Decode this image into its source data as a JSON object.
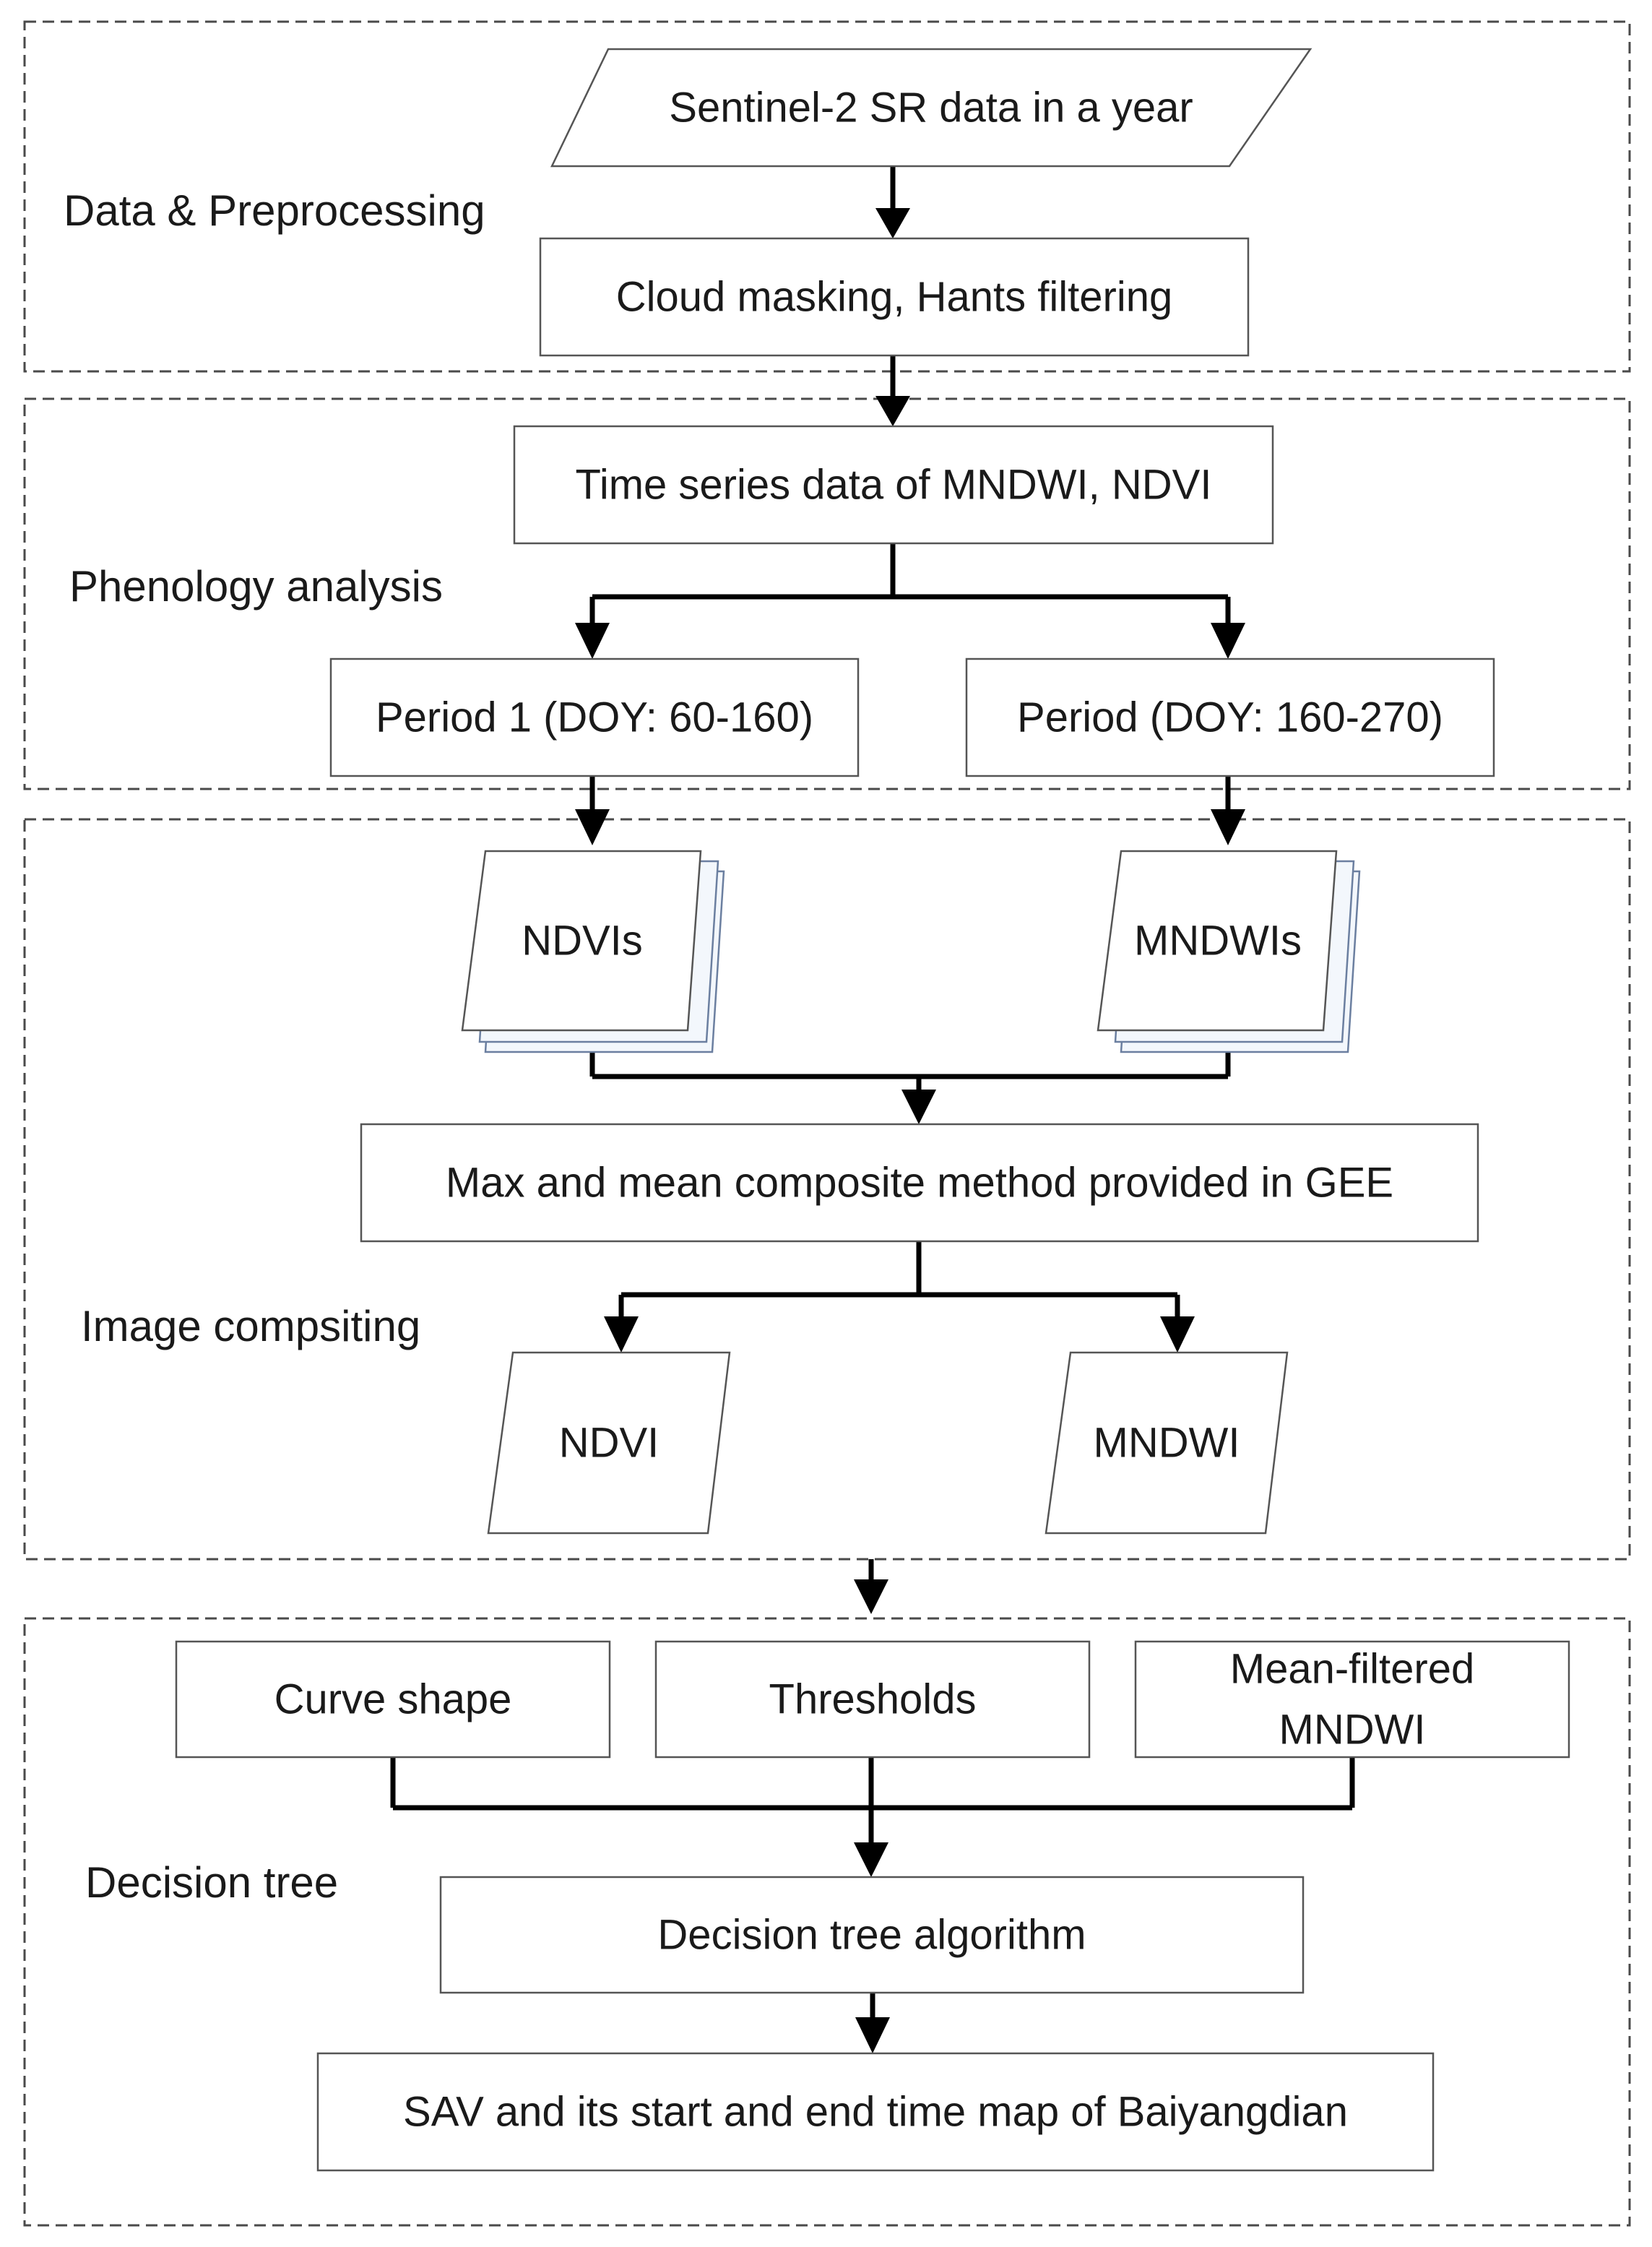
{
  "sections": {
    "preprocessing": {
      "label": "Data & Preprocessing"
    },
    "phenology": {
      "label": "Phenology analysis"
    },
    "compositing": {
      "label": "Image compsiting"
    },
    "decision": {
      "label": "Decision tree"
    }
  },
  "nodes": {
    "input_data": "Sentinel-2 SR data in a year",
    "cloud_masking": "Cloud masking, Hants filtering",
    "time_series": "Time series data of MNDWI, NDVI",
    "period1": "Period 1 (DOY: 60-160)",
    "period2": "Period (DOY: 160-270)",
    "ndvis": "NDVIs",
    "mndwis": "MNDWIs",
    "composite": "Max and mean composite method provided in GEE",
    "ndvi": "NDVI",
    "mndwi": "MNDWI",
    "curve_shape": "Curve shape",
    "thresholds": "Thresholds",
    "mean_filtered_line1": "Mean-filtered",
    "mean_filtered_line2": "MNDWI",
    "algorithm": "Decision tree algorithm",
    "output_map": "SAV and its start and end time map of Baiyangdian"
  }
}
